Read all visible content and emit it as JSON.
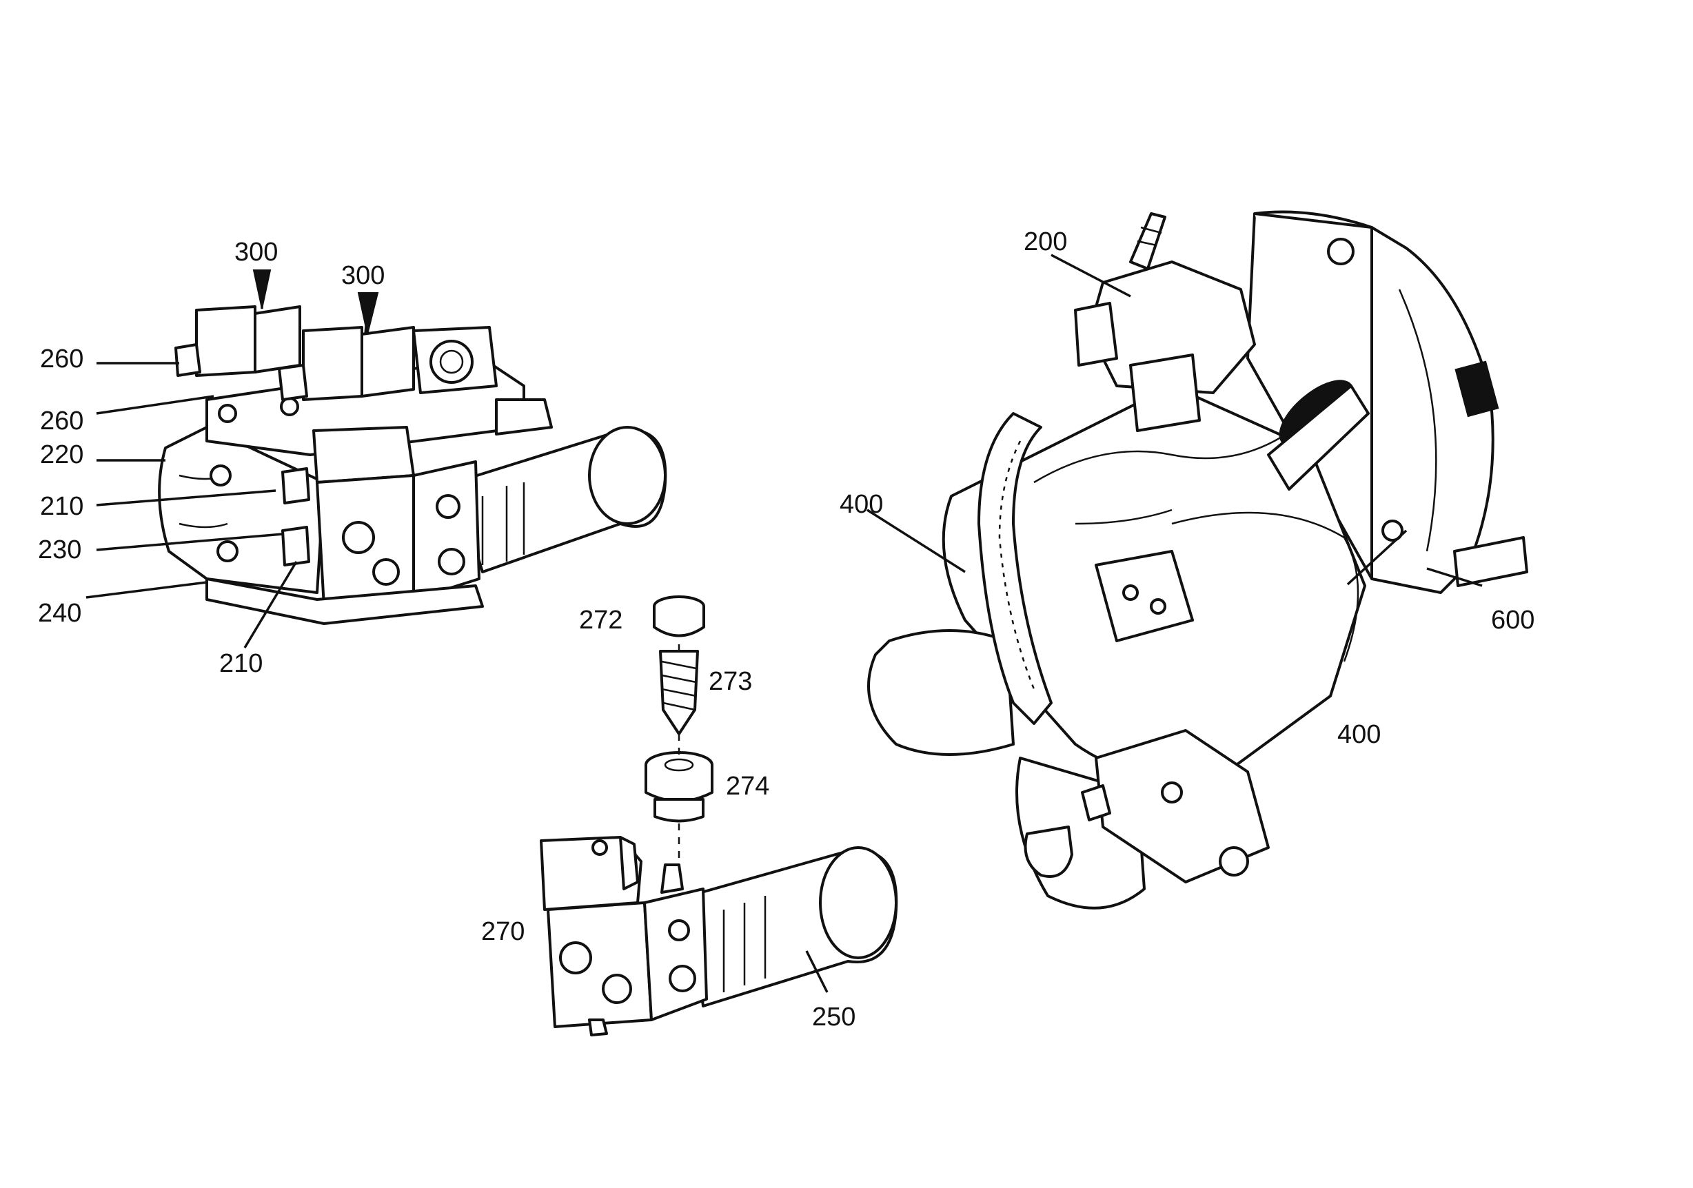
{
  "diagram": {
    "colors": {
      "ink": "#111111",
      "paper": "#ffffff"
    },
    "callouts": {
      "c300a": "300",
      "c300b": "300",
      "c260a": "260",
      "c260b": "260",
      "c220": "220",
      "c210a": "210",
      "c230": "230",
      "c240": "240",
      "c210b": "210",
      "c272": "272",
      "c273": "273",
      "c274": "274",
      "c270": "270",
      "c250": "250",
      "c200": "200",
      "c400a": "400",
      "c400b": "400",
      "c600": "600"
    }
  }
}
